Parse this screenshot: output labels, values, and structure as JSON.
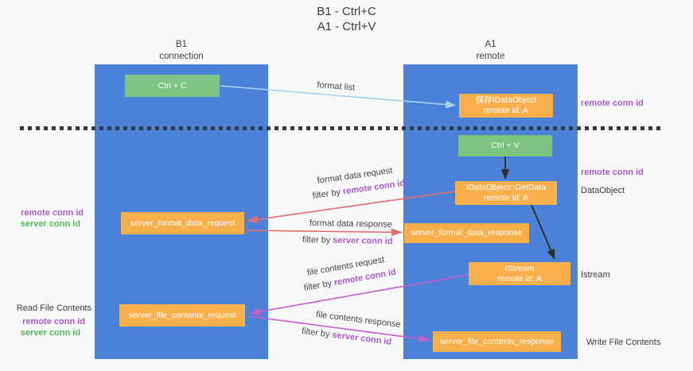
{
  "title": {
    "line1": "B1 - Ctrl+C",
    "line2": "A1 - Ctrl+V"
  },
  "lanes": {
    "left": {
      "header1": "B1",
      "header2": "connection"
    },
    "right": {
      "header1": "A1",
      "header2": "remote"
    }
  },
  "boxes": {
    "ctrl_c": {
      "label": "Ctrl + C"
    },
    "ctrl_v": {
      "label": "Ctrl + V"
    },
    "save_idataobject": {
      "line1": "保存IDataObject",
      "line2": "remote id: A"
    },
    "getdata": {
      "line1": "IDataObject::GetData",
      "line2": "remote id: A"
    },
    "istream": {
      "line1": "IStream",
      "line2": "remote id: A"
    },
    "format_request": {
      "label": "server_format_data_request"
    },
    "format_response": {
      "label": "server_format_data_response"
    },
    "file_request": {
      "label": "server_file_contents_request"
    },
    "file_response": {
      "label": "server_file_contents_response"
    }
  },
  "arrow_labels": {
    "format_list": "format list",
    "format_request_line": "format data request",
    "format_request_filter": "filter by",
    "format_request_filter_id": "remote conn id",
    "format_response_line": "format data response",
    "format_response_filter": "filter by",
    "format_response_filter_id": "server conn id",
    "file_request_line": "file contents request",
    "file_request_filter": "filter by",
    "file_request_filter_id": "remote conn id",
    "file_response_line": "file contents response",
    "file_response_filter": "filter by",
    "file_response_filter_id": "server conn id"
  },
  "side_labels": {
    "top_right_remote_conn": "remote conn id",
    "mid_right_remote_conn": "remote conn id",
    "dataobject": "DataObject",
    "istream": "Istream",
    "write_file_contents": "Write File Contents",
    "left_remote_conn": "remote conn id",
    "left_server_conn": "server conn id",
    "read_file_contents": "Read File Contents",
    "read_remote_conn": "remote conn id",
    "read_server_conn": "server conn id"
  },
  "colors": {
    "lane_blue": "#4b81d6",
    "box_green": "#7cc47f",
    "box_orange": "#f9b04c",
    "label_purple": "#a95ac9",
    "label_green": "#58b55c",
    "arrow_red": "#e26d6d",
    "arrow_magenta": "#c45fc8",
    "arrow_light_blue": "#a9d3f0",
    "arrow_black": "#2e2e2e",
    "background": "#f7f8f9"
  }
}
